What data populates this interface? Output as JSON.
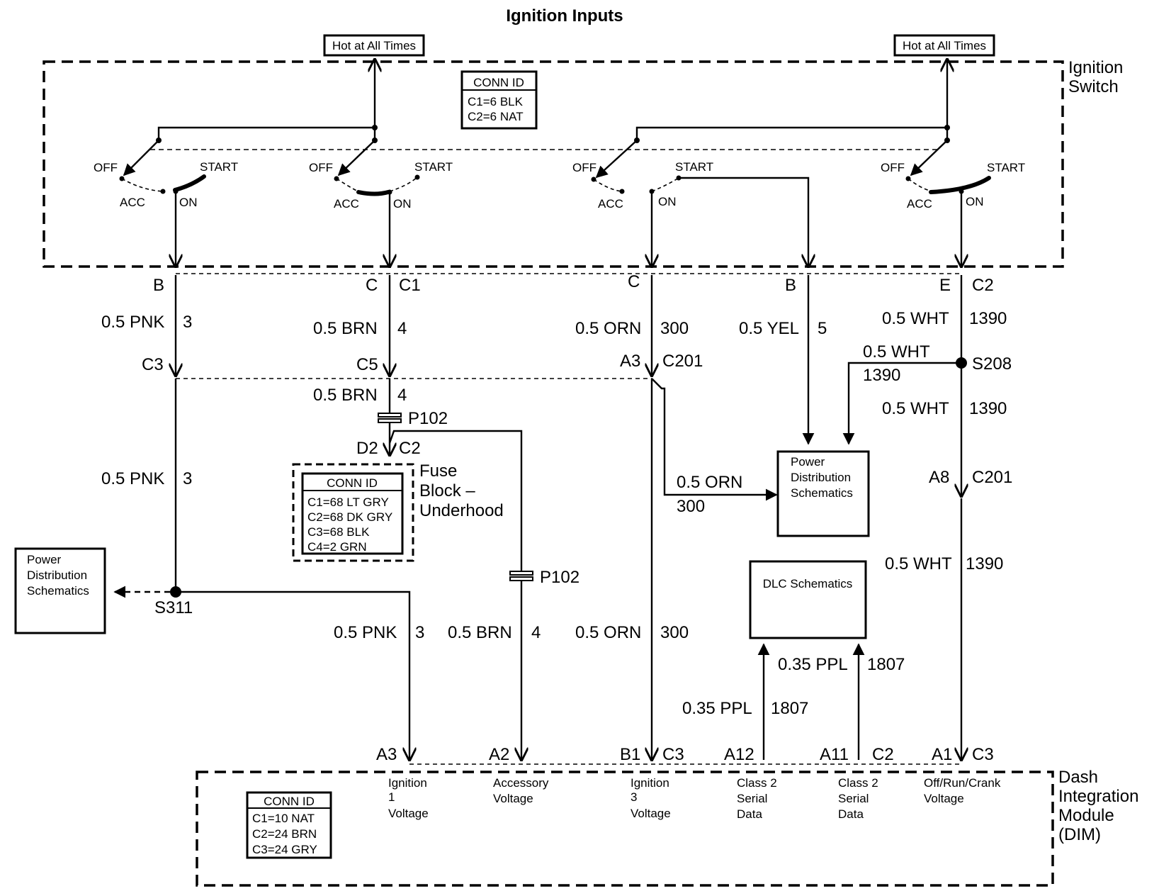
{
  "title": "Ignition Inputs",
  "hot_at_all_times": "Hot at All Times",
  "ignition_switch": {
    "name_line1": "Ignition",
    "name_line2": "Switch",
    "conn_id": {
      "header": "CONN ID",
      "lines": [
        "C1=6 BLK",
        "C2=6 NAT"
      ]
    },
    "positions": {
      "off": "OFF",
      "start": "START",
      "acc": "ACC",
      "on": "ON"
    }
  },
  "fuse_block": {
    "name_line1": "Fuse",
    "name_line2": "Block –",
    "name_line3": "Underhood",
    "conn_id": {
      "header": "CONN ID",
      "lines": [
        "C1=68 LT GRY",
        "C2=68 DK GRY",
        "C3=68 BLK",
        "C4=2 GRN"
      ]
    }
  },
  "dim": {
    "name_line1": "Dash",
    "name_line2": "Integration",
    "name_line3": "Module",
    "name_line4": "(DIM)",
    "conn_id": {
      "header": "CONN ID",
      "lines": [
        "C1=10 NAT",
        "C2=24 BRN",
        "C3=24 GRY"
      ]
    },
    "inputs": {
      "ign1": [
        "Ignition",
        "1",
        "Voltage"
      ],
      "acc": [
        "Accessory",
        "Voltage"
      ],
      "ign3": [
        "Ignition",
        "3",
        "Voltage"
      ],
      "class2a": [
        "Class 2",
        "Serial",
        "Data"
      ],
      "class2b": [
        "Class 2",
        "Serial",
        "Data"
      ],
      "orc": [
        "Off/Run/Crank",
        "Voltage"
      ]
    }
  },
  "power_distribution": [
    "Power",
    "Distribution",
    "Schematics"
  ],
  "dlc_schematics": "DLC Schematics",
  "pins": {
    "sw_b": "B",
    "sw_c": "C",
    "sw_c1": "C1",
    "sw_c_3": "C",
    "sw_b_4": "B",
    "sw_e": "E",
    "sw_c2": "C2",
    "c3": "C3",
    "c5": "C5",
    "a3_c201": "A3",
    "c201": "C201",
    "d2": "D2",
    "fb_c2": "C2",
    "a8": "A8",
    "c201_b": "C201",
    "dim_a3": "A3",
    "dim_a2": "A2",
    "dim_b1": "B1",
    "dim_c3": "C3",
    "dim_a12": "A12",
    "dim_a11": "A11",
    "dim_c2": "C2",
    "dim_a1": "A1",
    "dim_c3b": "C3"
  },
  "splices": {
    "p102": "P102",
    "s311": "S311",
    "s208": "S208"
  },
  "wires": {
    "pnk": "0.5 PNK",
    "pnk_ckt": "3",
    "brn": "0.5 BRN",
    "brn_ckt": "4",
    "orn": "0.5 ORN",
    "orn_ckt": "300",
    "yel": "0.5 YEL",
    "yel_ckt": "5",
    "wht": "0.5 WHT",
    "wht_ckt": "1390",
    "ppl": "0.35 PPL",
    "ppl_ckt": "1807"
  }
}
